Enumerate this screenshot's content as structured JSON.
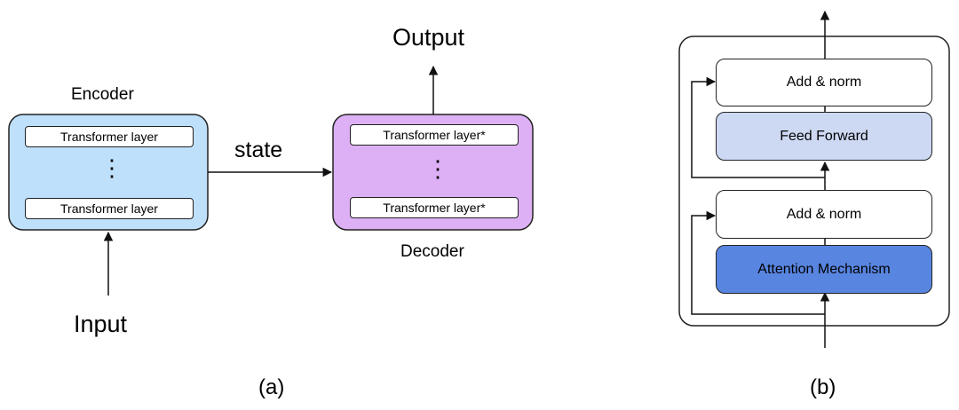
{
  "panel_a": {
    "encoder": {
      "title": "Encoder",
      "layers": [
        "Transformer layer",
        "Transformer layer"
      ],
      "ellipsis": "⋮",
      "fill": "#bfe0fb"
    },
    "decoder": {
      "title": "Decoder",
      "layers": [
        "Transformer layer*",
        "Transformer layer*"
      ],
      "ellipsis": "⋮",
      "fill": "#ddb0f5"
    },
    "state_label": "state",
    "input_label": "Input",
    "output_label": "Output",
    "caption": "(a)"
  },
  "panel_b": {
    "blocks": [
      {
        "label": "Add & norm",
        "fill": "#ffffff"
      },
      {
        "label": "Feed Forward",
        "fill": "#cdd9f3"
      },
      {
        "label": "Add & norm",
        "fill": "#ffffff"
      },
      {
        "label": "Attention Mechanism",
        "fill": "#5885e0"
      }
    ],
    "caption": "(b)"
  }
}
